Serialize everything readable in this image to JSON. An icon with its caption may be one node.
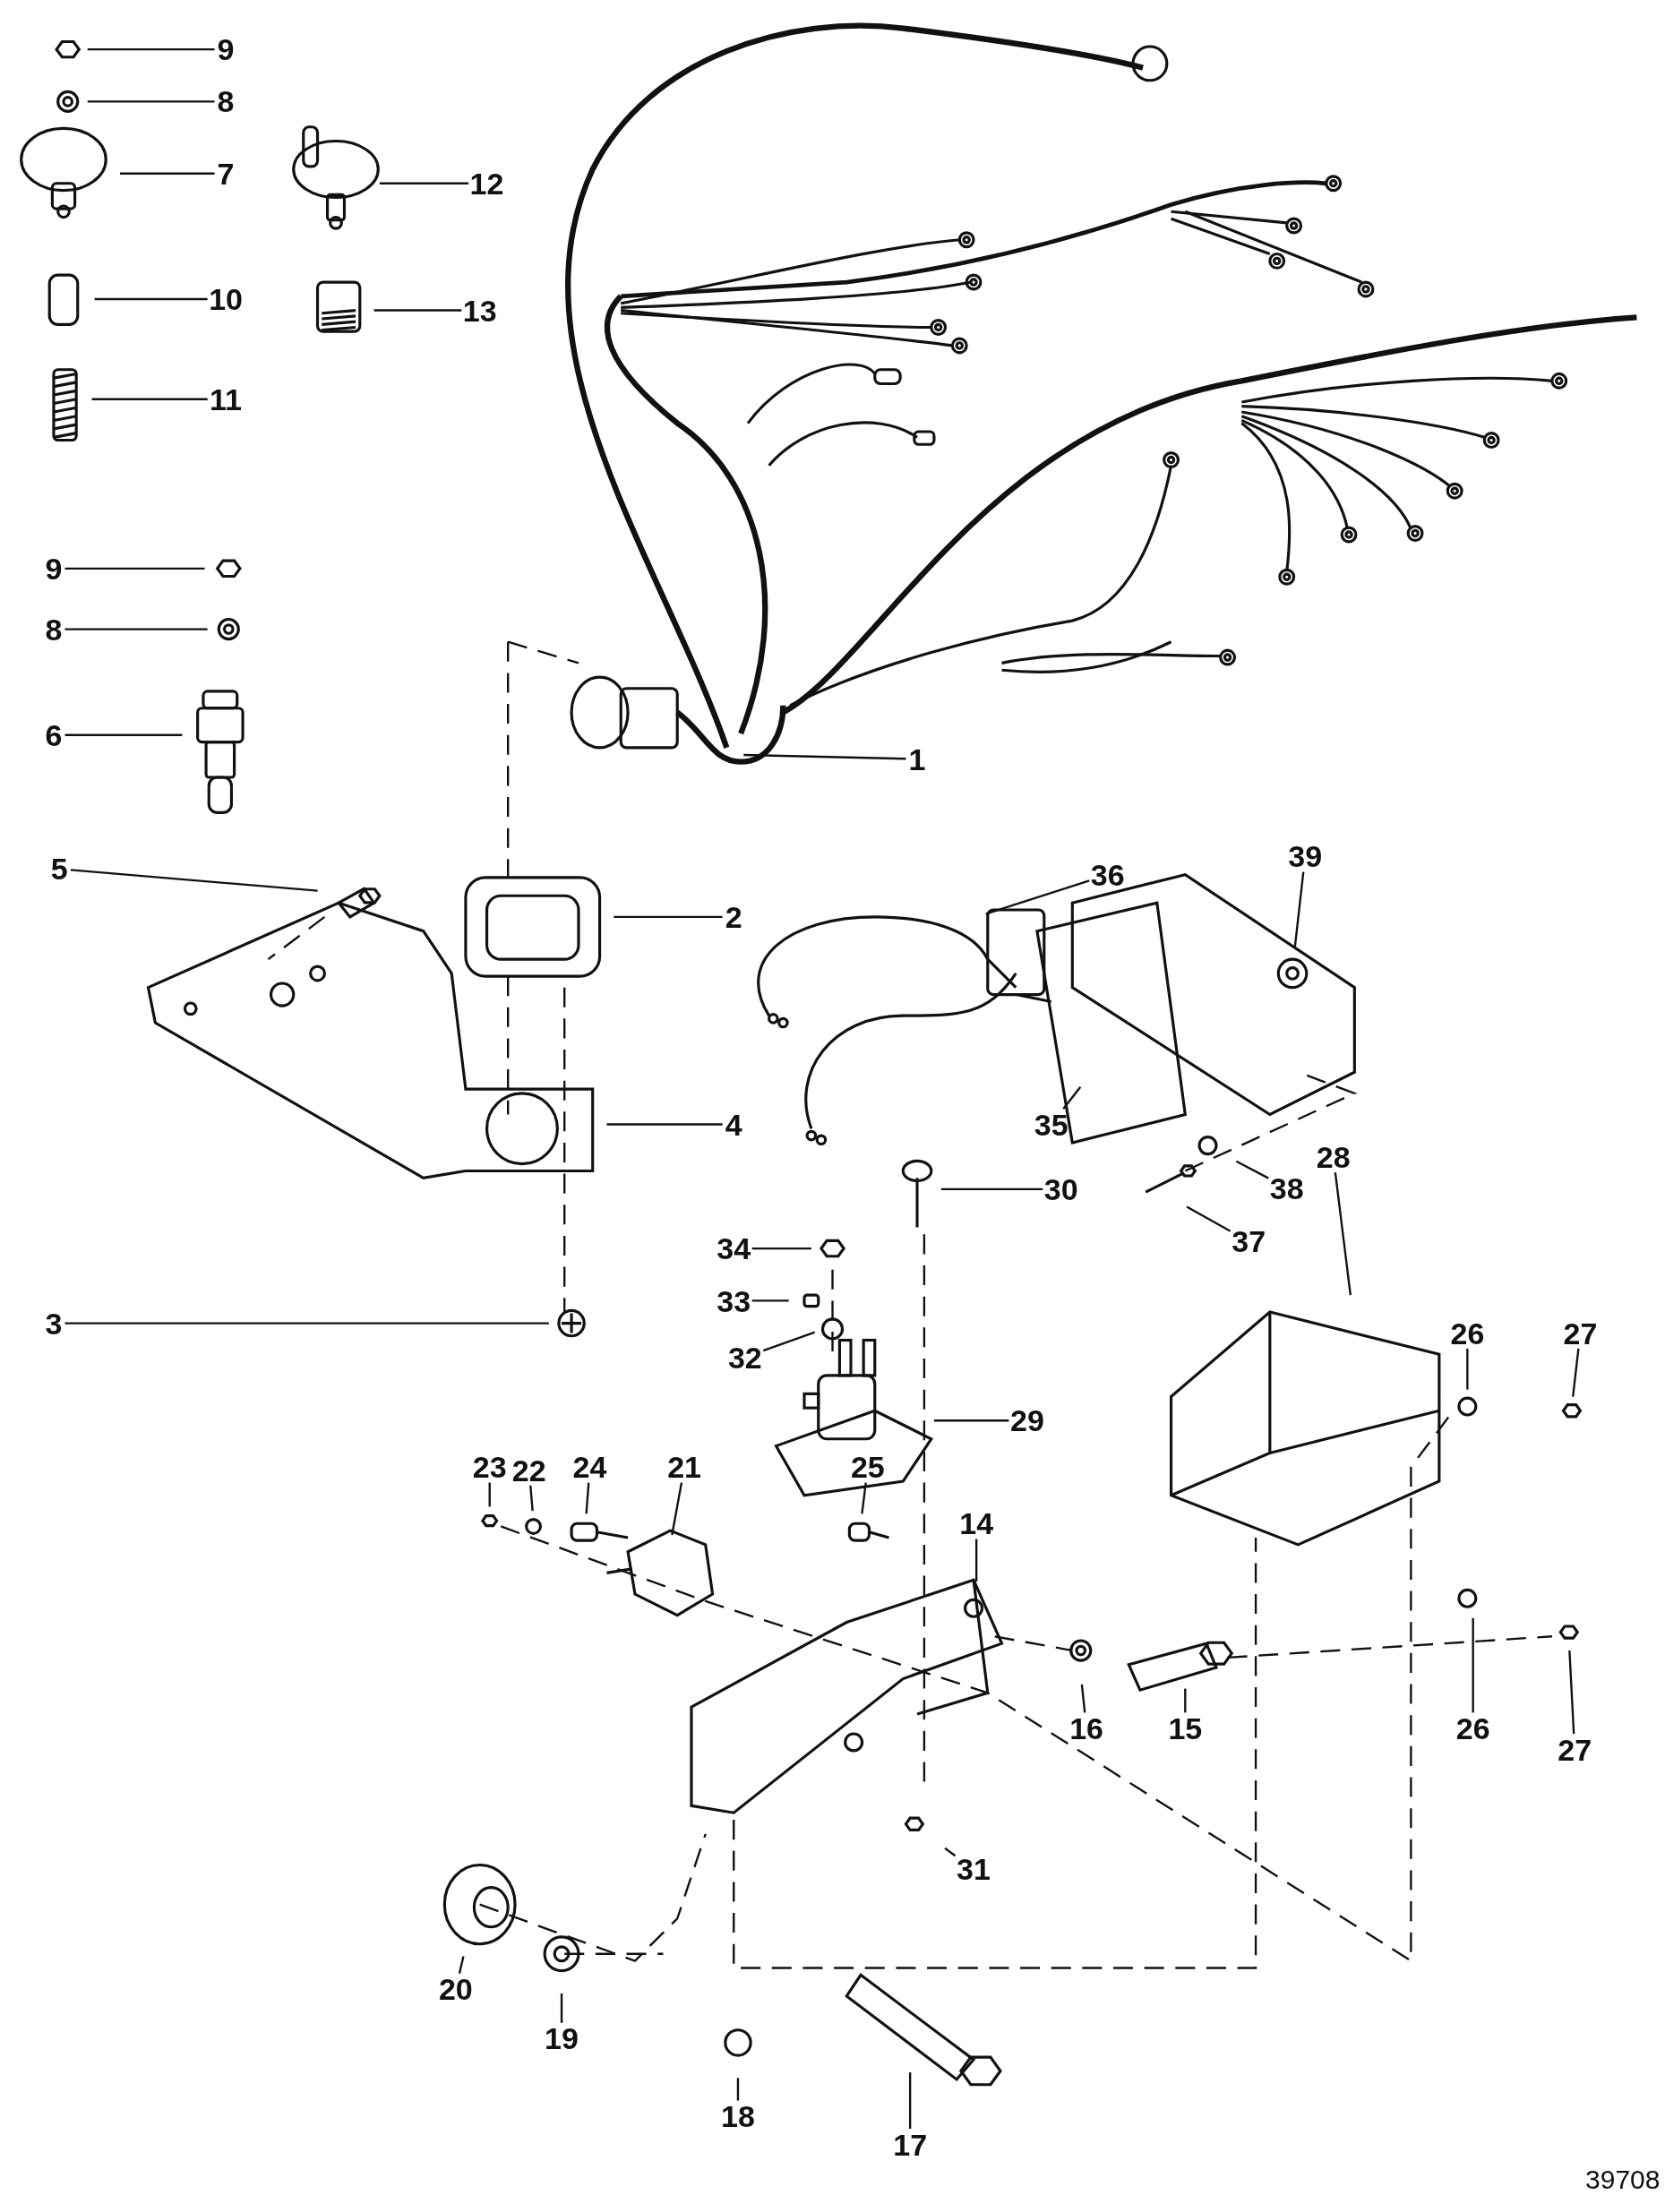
{
  "diagram": {
    "nodes": [
      {
        "text": [
          "9"
        ]
      },
      {
        "text": [
          "8"
        ]
      },
      {
        "text": [
          "7"
        ]
      },
      {
        "text": [
          "10"
        ]
      },
      {
        "text": [
          "11"
        ]
      },
      {
        "text": [
          "12"
        ]
      },
      {
        "text": [
          "13"
        ]
      },
      {
        "text": [
          "9"
        ]
      },
      {
        "text": [
          "8"
        ]
      },
      {
        "text": [
          "6"
        ]
      },
      {
        "text": [
          "1"
        ]
      },
      {
        "text": [
          "5"
        ]
      },
      {
        "text": [
          "2"
        ]
      },
      {
        "text": [
          "36"
        ]
      },
      {
        "text": [
          "39"
        ]
      },
      {
        "text": [
          "4"
        ]
      },
      {
        "text": [
          "35"
        ]
      },
      {
        "text": [
          "38"
        ]
      },
      {
        "text": [
          "28"
        ]
      },
      {
        "text": [
          "30"
        ]
      },
      {
        "text": [
          "37"
        ]
      },
      {
        "text": [
          "34"
        ]
      },
      {
        "text": [
          "33"
        ]
      },
      {
        "text": [
          "3"
        ]
      },
      {
        "text": [
          "32"
        ]
      },
      {
        "text": [
          "29"
        ]
      },
      {
        "text": [
          "26"
        ]
      },
      {
        "text": [
          "27"
        ]
      },
      {
        "text": [
          "23"
        ]
      },
      {
        "text": [
          "22"
        ]
      },
      {
        "text": [
          "24"
        ]
      },
      {
        "text": [
          "21"
        ]
      },
      {
        "text": [
          "25"
        ]
      },
      {
        "text": [
          "14"
        ]
      },
      {
        "text": [
          "26"
        ]
      },
      {
        "text": [
          "27"
        ]
      },
      {
        "text": [
          "16"
        ]
      },
      {
        "text": [
          "15"
        ]
      },
      {
        "text": [
          "31"
        ]
      },
      {
        "text": [
          "20"
        ]
      },
      {
        "text": [
          "19"
        ]
      },
      {
        "text": [
          "18"
        ]
      },
      {
        "text": [
          "17"
        ]
      }
    ],
    "edges": [
      {
        "from": 0,
        "to": null,
        "arrow": "none"
      },
      {
        "from": 1,
        "to": null,
        "arrow": "none"
      },
      {
        "from": 2,
        "to": null,
        "arrow": "none"
      },
      {
        "from": 3,
        "to": null,
        "arrow": "none"
      },
      {
        "from": 4,
        "to": null,
        "arrow": "none"
      },
      {
        "from": 5,
        "to": null,
        "arrow": "none"
      },
      {
        "from": 6,
        "to": null,
        "arrow": "none"
      },
      {
        "from": 7,
        "to": null,
        "arrow": "none"
      },
      {
        "from": 8,
        "to": null,
        "arrow": "none"
      },
      {
        "from": 9,
        "to": null,
        "arrow": "none"
      },
      {
        "from": 10,
        "to": null,
        "arrow": "none"
      },
      {
        "from": 11,
        "to": null,
        "arrow": "none"
      },
      {
        "from": 12,
        "to": null,
        "arrow": "none"
      },
      {
        "from": 13,
        "to": null,
        "arrow": "none"
      },
      {
        "from": 14,
        "to": null,
        "arrow": "none"
      },
      {
        "from": 15,
        "to": null,
        "arrow": "none"
      },
      {
        "from": 16,
        "to": null,
        "arrow": "none"
      },
      {
        "from": 17,
        "to": null,
        "arrow": "none"
      },
      {
        "from": 18,
        "to": null,
        "arrow": "none"
      },
      {
        "from": 19,
        "to": null,
        "arrow": "none"
      },
      {
        "from": 20,
        "to": null,
        "arrow": "none"
      },
      {
        "from": 21,
        "to": null,
        "arrow": "none"
      },
      {
        "from": 22,
        "to": null,
        "arrow": "none"
      },
      {
        "from": 23,
        "to": null,
        "arrow": "none"
      },
      {
        "from": 24,
        "to": null,
        "arrow": "none"
      },
      {
        "from": 25,
        "to": null,
        "arrow": "none"
      },
      {
        "from": 26,
        "to": null,
        "arrow": "none"
      },
      {
        "from": 27,
        "to": null,
        "arrow": "none"
      },
      {
        "from": 28,
        "to": null,
        "arrow": "none"
      },
      {
        "from": 29,
        "to": null,
        "arrow": "none"
      },
      {
        "from": 30,
        "to": null,
        "arrow": "none"
      },
      {
        "from": 31,
        "to": null,
        "arrow": "none"
      },
      {
        "from": 32,
        "to": null,
        "arrow": "none"
      },
      {
        "from": 33,
        "to": null,
        "arrow": "none"
      },
      {
        "from": 34,
        "to": null,
        "arrow": "none"
      },
      {
        "from": 35,
        "to": null,
        "arrow": "none"
      },
      {
        "from": 36,
        "to": null,
        "arrow": "none"
      },
      {
        "from": 37,
        "to": null,
        "arrow": "none"
      },
      {
        "from": 38,
        "to": null,
        "arrow": "none"
      },
      {
        "from": 39,
        "to": null,
        "arrow": "none"
      },
      {
        "from": 40,
        "to": null,
        "arrow": "none"
      },
      {
        "from": 41,
        "to": null,
        "arrow": "none"
      },
      {
        "from": 42,
        "to": null,
        "arrow": "none"
      }
    ],
    "labels": [
      "39708"
    ]
  }
}
